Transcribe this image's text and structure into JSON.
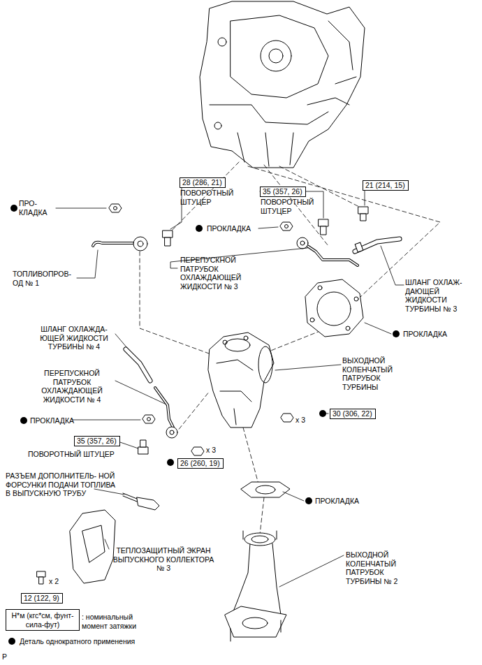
{
  "diagram": {
    "nodes": [
      {
        "text": [
          "28 (286, 21)"
        ]
      },
      {
        "text": [
          "35 (357, 26)"
        ]
      },
      {
        "text": [
          "21 (214, 15)"
        ]
      },
      {
        "text": [
          "30 (306, 22)"
        ]
      },
      {
        "text": [
          "35 (357, 26)"
        ]
      },
      {
        "text": [
          "26 (260, 19)"
        ]
      },
      {
        "text": [
          "12 (122, 9)"
        ]
      },
      {
        "text": [
          "Н*м (кгс*см, фунт-сила-фут)"
        ]
      }
    ],
    "labels": [
      "ПОВОРОТНЫЙ ШТУЦЕР",
      "ПОВОРОТНЫЙ ШТУЦЕР",
      "ПРО- КЛАДКА",
      "ПРОКЛАДКА",
      "ТОПЛИВОПРОВ- ОД № 1",
      "ПЕРЕПУСКНОЙ ПАТРУБОК ОХЛАЖДАЮЩЕЙ ЖИДКОСТИ № 3",
      "ШЛАНГ ОХЛАЖ- ДАЮЩЕЙ ЖИДКОСТИ ТУРБИНЫ № 3",
      "ПРОКЛАДКА",
      "ШЛАНГ ОХЛАЖДА- ЮЩЕЙ ЖИДКОСТИ ТУРБИНЫ № 4",
      "ВЫХОДНОЙ КОЛЕНЧАТЫЙ ПАТРУБОК ТУРБИНЫ",
      "ПЕРЕПУСКНОЙ ПАТРУБОК ОХЛАЖДАЮЩЕЙ ЖИДКОСТИ № 4",
      "ПРОКЛАДКА",
      "x 3",
      "x 3",
      "ПОВОРОТНЫЙ ШТУЦЕР",
      "РАЗЪЕМ ДОПОЛНИТЕЛЬ- НОЙ ФОРСУНКИ ПОДАЧИ ТОПЛИВА В ВЫПУСКНУЮ ТРУБУ",
      "ПРОКЛАДКА",
      "ТЕПЛОЗАЩИТНЫЙ ЭКРАН ВЫПУСКНОГО КОЛЛЕКТОРА № 3",
      "ВЫХОДНОЙ КОЛЕНЧАТЫЙ ПАТРУБОК ТУРБИНЫ № 2",
      "x 2",
      "P"
    ],
    "legend": [
      {
        "text": ": номинальный момент затяжки"
      },
      {
        "text": "Деталь однократного применения"
      }
    ]
  }
}
